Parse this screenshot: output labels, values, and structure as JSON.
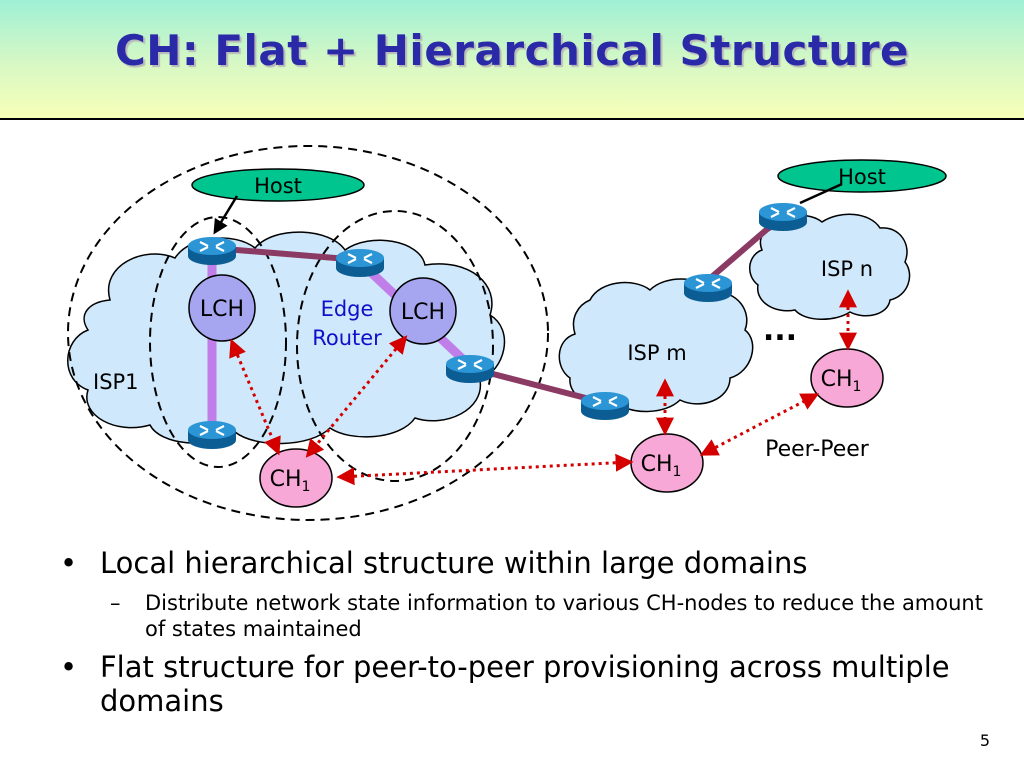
{
  "slide": {
    "title": "CH: Flat + Hierarchical Structure",
    "page_number": "5"
  },
  "diagram": {
    "host_left": "Host",
    "host_right": "Host",
    "lch_left": "LCH",
    "lch_right": "LCH",
    "edge_router_line1": "Edge",
    "edge_router_line2": "Router",
    "isp1": "ISP1",
    "isp_m": "ISP m",
    "isp_n": "ISP n",
    "ch_base": "CH",
    "ch_sub": "1",
    "ellipsis": "...",
    "peer_peer": "Peer-Peer"
  },
  "bullets": [
    {
      "text": "Local hierarchical structure within large domains",
      "sub": [
        "Distribute network state information to various CH-nodes to reduce the amount of states maintained"
      ]
    },
    {
      "text": "Flat structure for peer-to-peer provisioning across multiple domains",
      "sub": []
    }
  ],
  "colors": {
    "title": "#2a2aa8",
    "cloud": "#cfe8fb",
    "host": "#00c58e",
    "lch": "#a6a6f0",
    "ch": "#f7a8d6",
    "router": "#1a7fc0",
    "link": "#8b3b63",
    "hier_link": "#c07ee8",
    "dotted": "#d40000"
  }
}
